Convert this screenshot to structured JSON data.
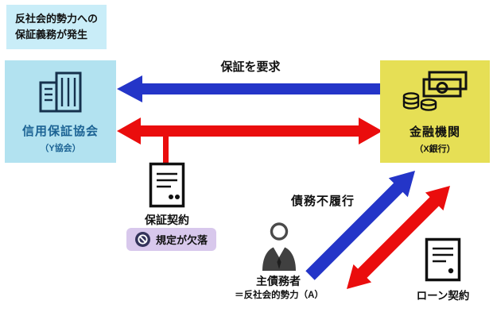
{
  "callout": {
    "line1": "反社会的勢力への",
    "line2": "保証義務が発生"
  },
  "guarantor_box": {
    "title": "信用保証協会",
    "subtitle": "（Y協会）"
  },
  "bank_box": {
    "title": "金融機関",
    "subtitle": "（X銀行）"
  },
  "arrow_labels": {
    "demand_guarantee": "保証を要求",
    "default_of_obligation": "債務不履行"
  },
  "documents": {
    "guarantee_contract": "保証契約",
    "loan_contract": "ローン契約"
  },
  "badge": {
    "label": "規定が欠落"
  },
  "debtor": {
    "title": "主債務者",
    "subtitle": "＝反社会的勢力（A）"
  },
  "colors": {
    "callout_bg": "#c9edf8",
    "guarantor_box_bg": "#b2e2f0",
    "bank_box_bg": "#e6df55",
    "blue_arrow": "#2435c8",
    "red_arrow": "#ea0d0d",
    "badge_bg": "#d8c8ec",
    "guarantor_text": "#1c6394",
    "icon_navy": "#16314d",
    "icon_black": "#111111"
  }
}
